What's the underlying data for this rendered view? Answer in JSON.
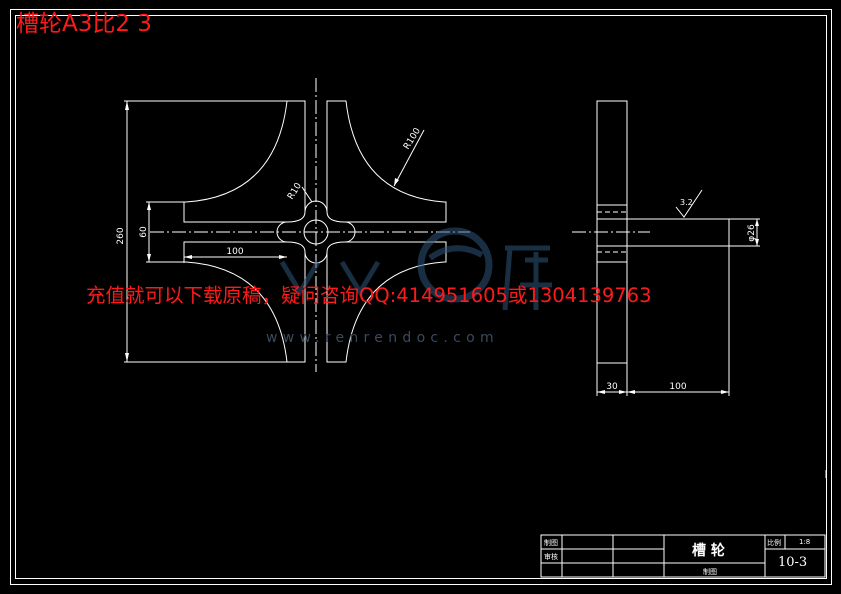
{
  "header": {
    "title": "槽轮A3比2 3"
  },
  "banner": {
    "text": "充值就可以下载原稿，疑问咨询QQ:414951605或1304139763"
  },
  "watermark": {
    "logo_text": "人人文库",
    "url": "www.renrendoc.com"
  },
  "drawing": {
    "dims": {
      "overall_height": "260",
      "slot_span": "60",
      "slot_length": "100",
      "center_radius": "R10",
      "concave_radius": "R100",
      "hub_thickness": "30",
      "hub_length": "100",
      "hub_diameter": "φ26",
      "roughness": "3.2"
    }
  },
  "title_block": {
    "part_name": "槽  轮",
    "drawn_label": "制图",
    "checked_label": "审核",
    "scale_label": "比例",
    "scale_value": "1:8",
    "drawing_number": "10-3",
    "footer_label": "制图"
  },
  "colors": {
    "line": "#ffffff",
    "text_red": "#ff1a1a",
    "watermark": "#3a5a78"
  }
}
